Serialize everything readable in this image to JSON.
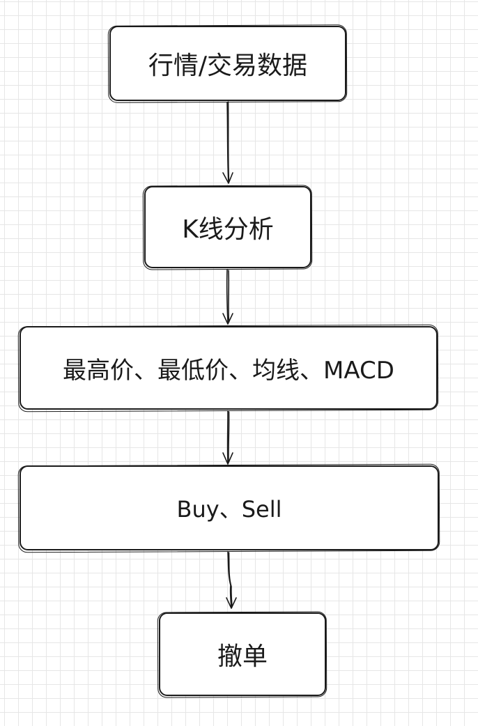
{
  "flowchart": {
    "nodes": [
      {
        "id": "n1",
        "label": "行情/交易数据"
      },
      {
        "id": "n2",
        "label": "K线分析"
      },
      {
        "id": "n3",
        "label": "最高价、最低价、均线、MACD"
      },
      {
        "id": "n4",
        "label": "Buy、Sell"
      },
      {
        "id": "n5",
        "label": "撤单"
      }
    ],
    "edges": [
      {
        "from": "n1",
        "to": "n2"
      },
      {
        "from": "n2",
        "to": "n3"
      },
      {
        "from": "n3",
        "to": "n4"
      },
      {
        "from": "n4",
        "to": "n5"
      }
    ],
    "colors": {
      "stroke": "#1a1a1a",
      "grid": "#e6e6e6",
      "background": "#ffffff"
    }
  }
}
